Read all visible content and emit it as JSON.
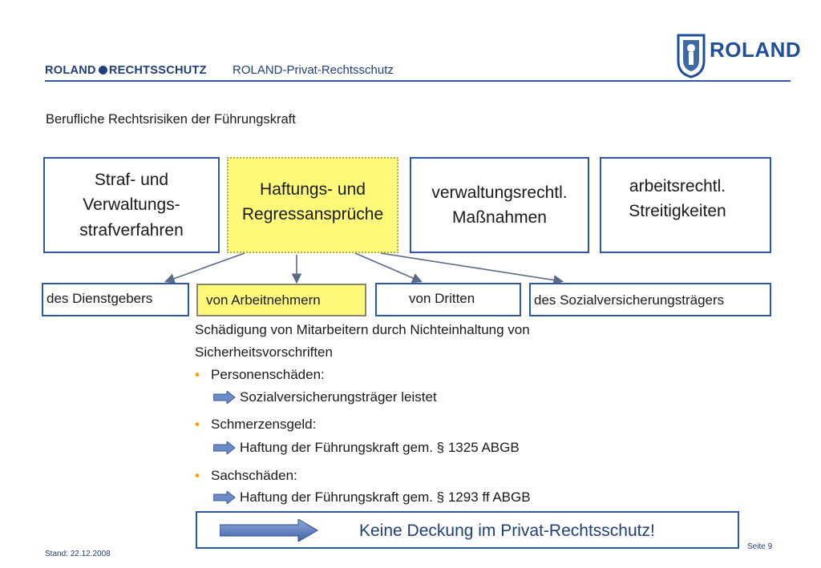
{
  "header": {
    "brand_left": "ROLAND",
    "brand_right": "RECHTSSCHUTZ",
    "subtitle": "ROLAND-Privat-Rechtsschutz",
    "logo_text": "ROLAND"
  },
  "heading": "Berufliche Rechtsrisiken der Führungskraft",
  "top_boxes": [
    {
      "lines": [
        "Straf- und",
        "Verwaltungs-",
        "strafverfahren"
      ]
    },
    {
      "lines": [
        "Haftungs- und",
        "Regressansprüche"
      ]
    },
    {
      "lines": [
        "verwaltungsrechtl.",
        "Maßnahmen"
      ]
    },
    {
      "lines": [
        "arbeitsrechtl.",
        "Streitigkeiten"
      ]
    }
  ],
  "sub_boxes": [
    {
      "label": "des Dienstgebers"
    },
    {
      "label": "von Arbeitnehmern"
    },
    {
      "label": "von Dritten"
    },
    {
      "label": "des Sozialversicherungsträgers"
    }
  ],
  "body": {
    "intro_line1": "Schädigung von Mitarbeitern durch Nichteinhaltung von",
    "intro_line2": "Sicherheitsvorschriften",
    "items": [
      {
        "title": "Personenschäden:",
        "consequence": "Sozialversicherungsträger leistet"
      },
      {
        "title": "Schmerzensgeld:",
        "consequence": "Haftung der Führungskraft gem. § 1325 ABGB"
      },
      {
        "title": "Sachschäden:",
        "consequence": "Haftung der Führungskraft gem. § 1293 ff ABGB"
      }
    ]
  },
  "conclusion": "Keine Deckung im Privat-Rechtsschutz!",
  "footer": {
    "date": "Stand: 22.12.2008",
    "page": "Seite 9"
  },
  "colors": {
    "brand_blue": "#1f3f7a",
    "border_blue": "#2e58a3",
    "highlight_yellow": "#fff97a",
    "bullet_orange": "#f0a800"
  }
}
